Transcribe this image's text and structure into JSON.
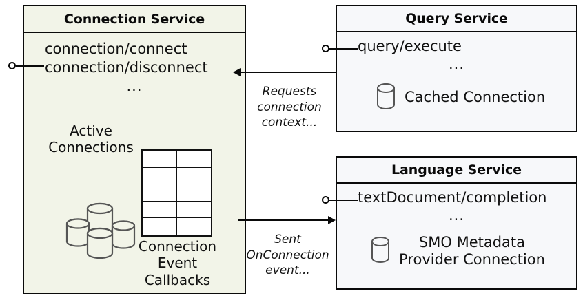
{
  "diagram": {
    "type": "uml-component-diagram",
    "background": "#ffffff",
    "colors": {
      "connection_service_fill": "#f2f4e8",
      "service_fill": "#f7f8fa",
      "stroke": "#0a0a0a",
      "icon_stroke": "#555555"
    }
  },
  "components": {
    "connection_service": {
      "title": "Connection Service",
      "operations": [
        "connection/connect",
        "connection/disconnect"
      ],
      "ellipsis": "...",
      "active_connections": {
        "label_line1": "Active",
        "label_line2": "Connections",
        "icon": "database-cluster-icon",
        "cylinder_count": 4
      },
      "connection_event_callbacks": {
        "label_line1": "Connection",
        "label_line2": "Event",
        "label_line3": "Callbacks",
        "icon": "table-grid-icon",
        "rows": 5,
        "columns": 2
      },
      "interface_port": "provided-interface-lollipop"
    },
    "query_service": {
      "title": "Query Service",
      "operations": [
        "query/execute"
      ],
      "ellipsis": "...",
      "resource": {
        "icon": "database-cylinder-icon",
        "label": "Cached Connection"
      },
      "interface_port": "provided-interface-lollipop"
    },
    "language_service": {
      "title": "Language Service",
      "operations": [
        "textDocument/completion"
      ],
      "ellipsis": "...",
      "resource": {
        "icon": "database-cylinder-icon",
        "label_line1": "SMO Metadata",
        "label_line2": "Provider Connection"
      },
      "interface_port": "provided-interface-lollipop"
    }
  },
  "connections": [
    {
      "id": "query-to-connection",
      "from": "query_service",
      "to": "connection_service",
      "direction": "left",
      "label_line1": "Requests",
      "label_line2": "connection",
      "label_line3": "context..."
    },
    {
      "id": "connection-to-language",
      "from": "connection_service",
      "to": "language_service",
      "direction": "right",
      "label_line1": "Sent",
      "label_line2": "OnConnection",
      "label_line3": "event..."
    }
  ]
}
